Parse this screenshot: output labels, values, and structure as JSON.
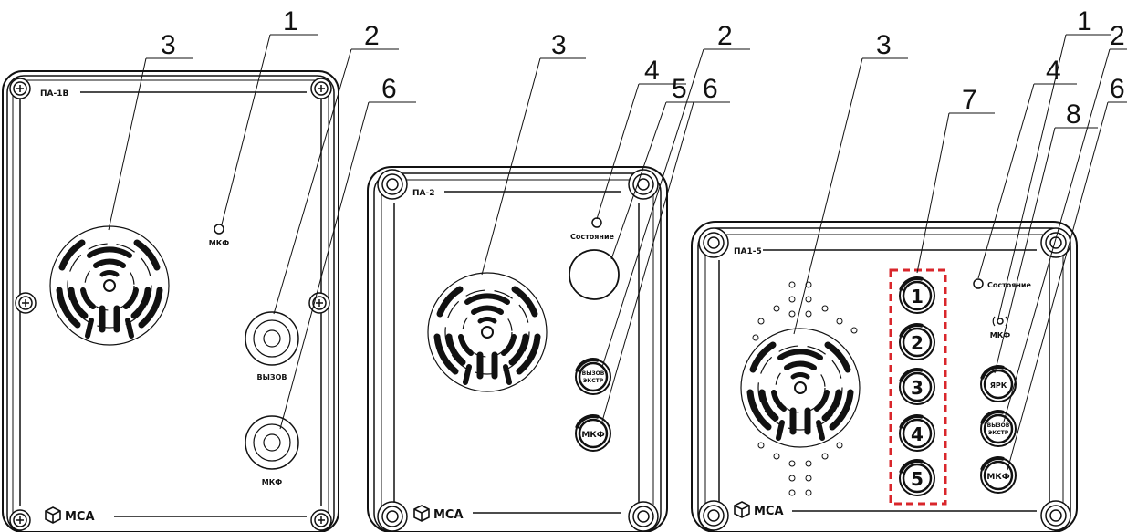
{
  "panels": [
    {
      "model": "ПА-1В",
      "brand": "МСА",
      "mic_label": "МКФ",
      "call_label": "ВЫЗОВ",
      "mic_button_label": "МКФ"
    },
    {
      "model": "ПА-2",
      "brand": "МСА",
      "status_label": "Состояние",
      "emergency_line1": "ВЫЗОВ",
      "emergency_line2": "ЭКСТР",
      "mic_button_label": "МКФ"
    },
    {
      "model": "ПА1-5",
      "brand": "МСА",
      "status_label": "Состояние",
      "mic_label": "МКФ",
      "brightness_label": "ЯРК",
      "emergency_line1": "ВЫЗОВ",
      "emergency_line2": "ЭКСТР",
      "mic_button_label": "МКФ",
      "number_buttons": [
        "1",
        "2",
        "3",
        "4",
        "5"
      ]
    }
  ],
  "callouts": {
    "panel1": [
      "3",
      "1",
      "2",
      "6"
    ],
    "panel2": [
      "3",
      "4",
      "5",
      "2",
      "6"
    ],
    "panel3": [
      "3",
      "7",
      "1",
      "4",
      "2",
      "8",
      "6"
    ]
  },
  "colors": {
    "line": "#111111",
    "highlight_frame": "#d9262b"
  }
}
